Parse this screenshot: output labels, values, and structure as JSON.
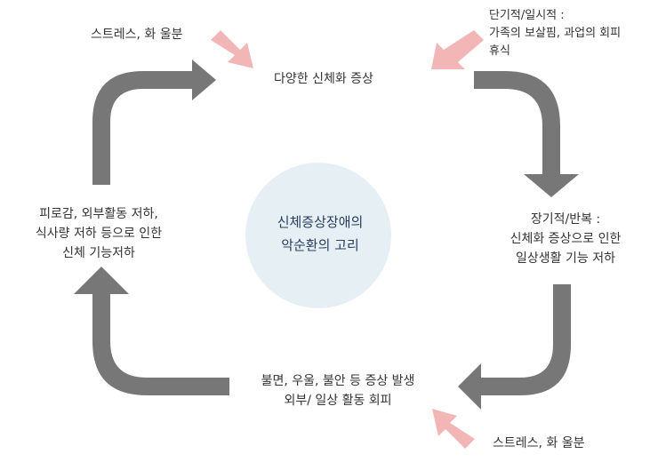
{
  "colors": {
    "cycle_arrow": "#777777",
    "stress_arrow": "#f3b6b6",
    "center_fill": "#e6f0f4",
    "center_text": "#2a3b5e",
    "text": "#333333"
  },
  "center": {
    "line1": "신체증상장애의",
    "line2": "악순환의 고리"
  },
  "nodes": {
    "top": "다양한 신체화 증상",
    "right": {
      "line1": "장기적/반복 :",
      "line2": "신체화 증상으로 인한",
      "line3": "일상생활 기능 저하"
    },
    "bottom": {
      "line1": "불면, 우울, 불안 등 증상 발생",
      "line2": "외부/ 일상 활동 회피"
    },
    "left": {
      "line1": "피로감, 외부활동 저하,",
      "line2": "식사량 저하 등으로 인한",
      "line3": "신체 기능저하"
    }
  },
  "annotations": {
    "top_left_stress": "스트레스, 화 울분",
    "top_right": {
      "line1": "단기적/일시적 :",
      "line2": "가족의 보살핌, 과업의 회피",
      "line3": "휴식"
    },
    "bottom_right_stress": "스트레스, 화 울분"
  }
}
